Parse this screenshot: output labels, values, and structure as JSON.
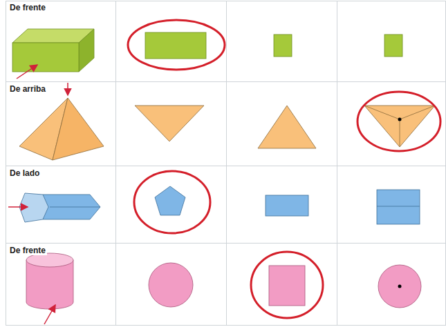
{
  "diagram": {
    "labels": [
      "De frente",
      "De arriba",
      "De lado",
      "De frente"
    ]
  }
}
